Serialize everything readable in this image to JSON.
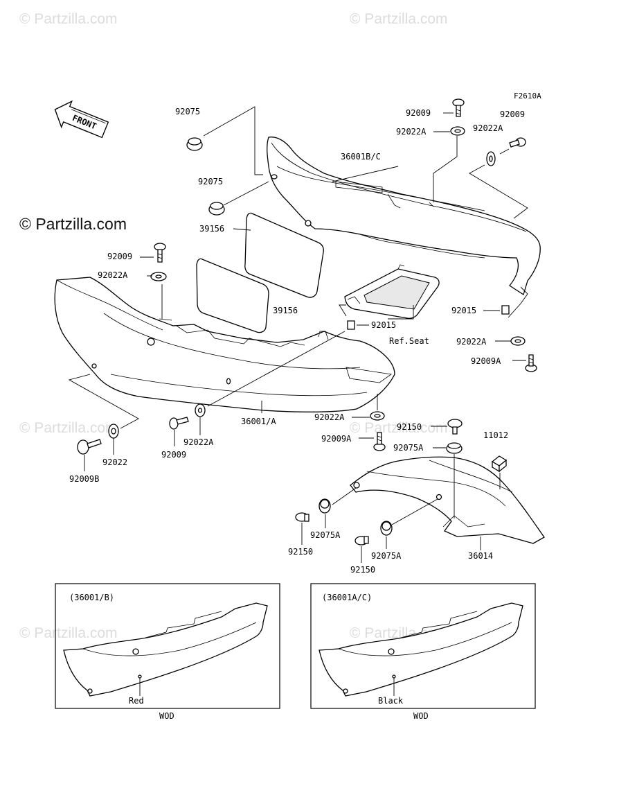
{
  "watermarks": {
    "light": "© Partzilla.com",
    "main": "© Partzilla.com"
  },
  "diagram_code": "F2610A",
  "front_label": "FRONT",
  "parts": {
    "p92075_top": "92075",
    "p92075_mid": "92075",
    "p39156_top": "39156",
    "p39156_mid": "39156",
    "p92009_left": "92009",
    "p92022A_left": "92022A",
    "p36001BC": "36001B/C",
    "p92009_top": "92009",
    "p92022A_top": "92022A",
    "p92009_right": "92009",
    "p92022A_right": "92022A",
    "p92015_right": "92015",
    "p92022A_r2": "92022A",
    "p92009A_right": "92009A",
    "p92015_seat": "92015",
    "ref_seat": "Ref.Seat",
    "p36001A": "36001/A",
    "p92022A_center": "92022A",
    "p92009A_center": "92009A",
    "p92150_top": "92150",
    "p92075A_top": "92075A",
    "p11012": "11012",
    "p92022_bl": "92022",
    "p92009B": "92009B",
    "p92009_bc": "92009",
    "p92022A_bc": "92022A",
    "p92150_left": "92150",
    "p92075A_left": "92075A",
    "p92150_bottom": "92150",
    "p92075A_bottom": "92075A",
    "p36014": "36014"
  },
  "variants": [
    {
      "code": "(36001/B)",
      "color": "Red",
      "market": "WOD"
    },
    {
      "code": "(36001A/C)",
      "color": "Black",
      "market": "WOD"
    }
  ]
}
